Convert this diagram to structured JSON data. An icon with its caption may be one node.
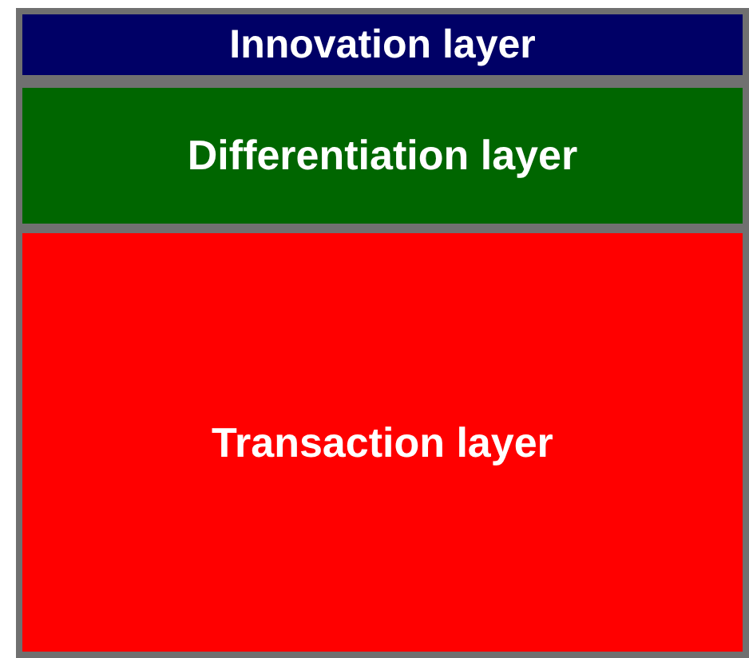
{
  "diagram": {
    "nodes": [
      {
        "text": [
          "Innovation layer"
        ]
      },
      {
        "text": [
          "Differentiation layer"
        ]
      },
      {
        "text": [
          "Transaction layer"
        ]
      }
    ]
  }
}
